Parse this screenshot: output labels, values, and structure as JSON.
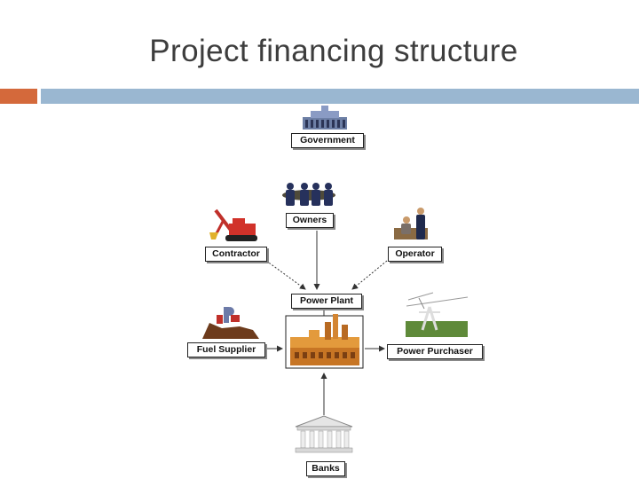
{
  "slide": {
    "title": "Project financing structure",
    "accent_color": "#d4693b",
    "bar_color": "#9ab7d1"
  },
  "diagram": {
    "nodes": {
      "government": "Government",
      "owners": "Owners",
      "contractor": "Contractor",
      "operator": "Operator",
      "power_plant": "Power Plant",
      "fuel_supplier": "Fuel Supplier",
      "power_purchaser": "Power Purchaser",
      "banks": "Banks"
    },
    "icons": {
      "government": "government-building-icon",
      "owners": "meeting-table-icon",
      "contractor": "excavator-icon",
      "operator": "operator-people-icon",
      "power_plant": "factory-icon",
      "fuel_supplier": "oil-pump-icon",
      "power_purchaser": "transmission-tower-icon",
      "banks": "bank-columns-icon"
    }
  }
}
